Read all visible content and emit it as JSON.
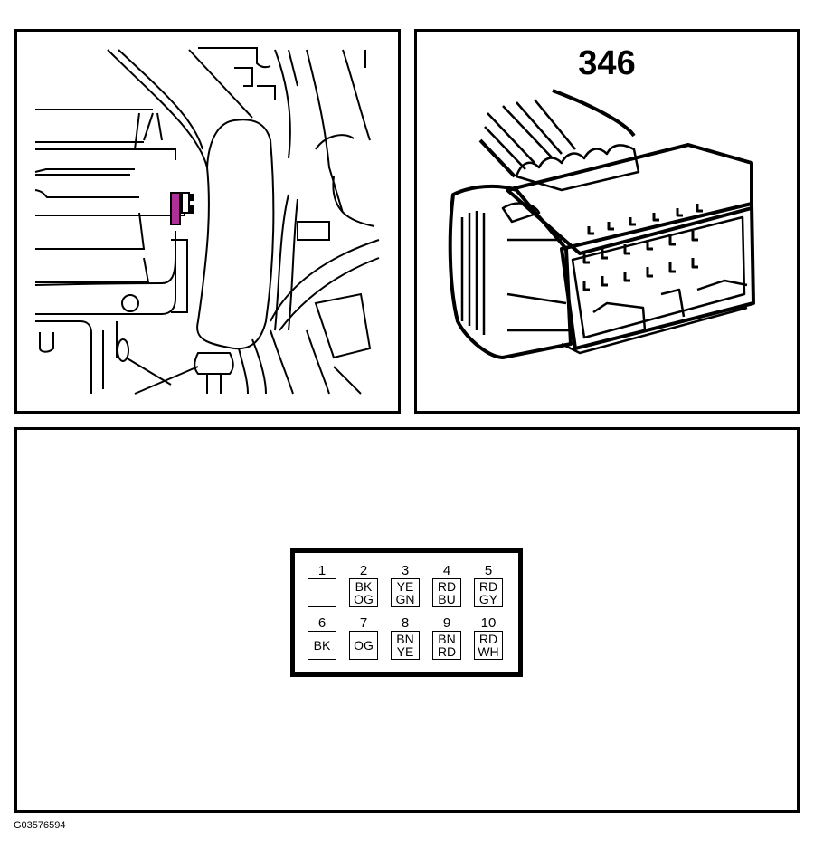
{
  "figure_id": "G03576594",
  "panels": {
    "location_view": {
      "description": "engine bay line drawing showing connector location",
      "highlight_color": "#b0309a"
    },
    "connector_view": {
      "connector_number": "346"
    },
    "pinout_view": {
      "pins": [
        {
          "num": "1",
          "line1": "",
          "line2": ""
        },
        {
          "num": "2",
          "line1": "BK",
          "line2": "OG"
        },
        {
          "num": "3",
          "line1": "YE",
          "line2": "GN"
        },
        {
          "num": "4",
          "line1": "RD",
          "line2": "BU"
        },
        {
          "num": "5",
          "line1": "RD",
          "line2": "GY"
        },
        {
          "num": "6",
          "line1": "BK",
          "line2": ""
        },
        {
          "num": "7",
          "line1": "OG",
          "line2": ""
        },
        {
          "num": "8",
          "line1": "BN",
          "line2": "YE"
        },
        {
          "num": "9",
          "line1": "BN",
          "line2": "RD"
        },
        {
          "num": "10",
          "line1": "RD",
          "line2": "WH"
        }
      ]
    }
  }
}
